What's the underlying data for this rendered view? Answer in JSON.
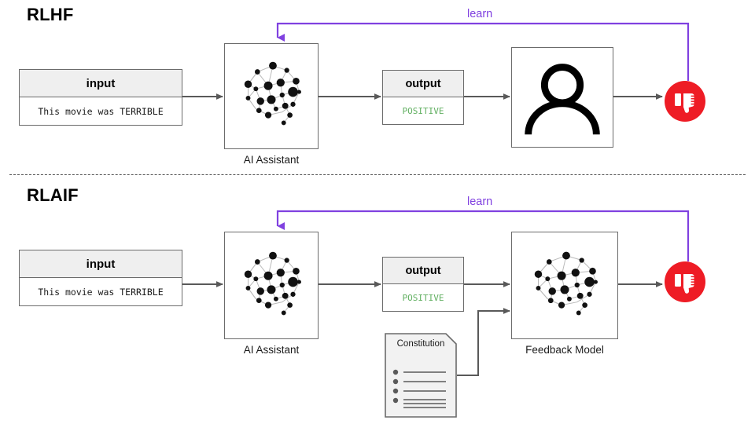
{
  "diagram": {
    "title_hidden": "",
    "colors": {
      "accent_purple": "#8041e0",
      "badge_red": "#ee1c25",
      "positive_green": "#62b062",
      "box_border": "#6b6b6b",
      "header_fill": "#efefef",
      "arrow_grey": "#595959",
      "divider": "#555555"
    },
    "sections": [
      {
        "id": "rlhf",
        "title": "RLHF",
        "input": {
          "header": "input",
          "value": "This movie was TERRIBLE"
        },
        "model": {
          "caption": "AI Assistant",
          "icon": "neural-network-brain-icon"
        },
        "output": {
          "header": "output",
          "value": "POSITIVE"
        },
        "evaluator": {
          "caption": "",
          "icon": "person-icon"
        },
        "feedback_badge": {
          "icon": "thumbs-down-icon",
          "label": ""
        },
        "loop": {
          "label": "learn"
        }
      },
      {
        "id": "rlaif",
        "title": "RLAIF",
        "input": {
          "header": "input",
          "value": "This movie was TERRIBLE"
        },
        "model": {
          "caption": "AI Assistant",
          "icon": "neural-network-brain-icon"
        },
        "output": {
          "header": "output",
          "value": "POSITIVE"
        },
        "evaluator": {
          "caption": "Feedback Model",
          "icon": "neural-network-brain-icon"
        },
        "constitution": {
          "title": "Constitution",
          "icon": "document-icon",
          "bullet_count": 4
        },
        "feedback_badge": {
          "icon": "thumbs-down-icon",
          "label": ""
        },
        "loop": {
          "label": "learn"
        }
      }
    ]
  }
}
